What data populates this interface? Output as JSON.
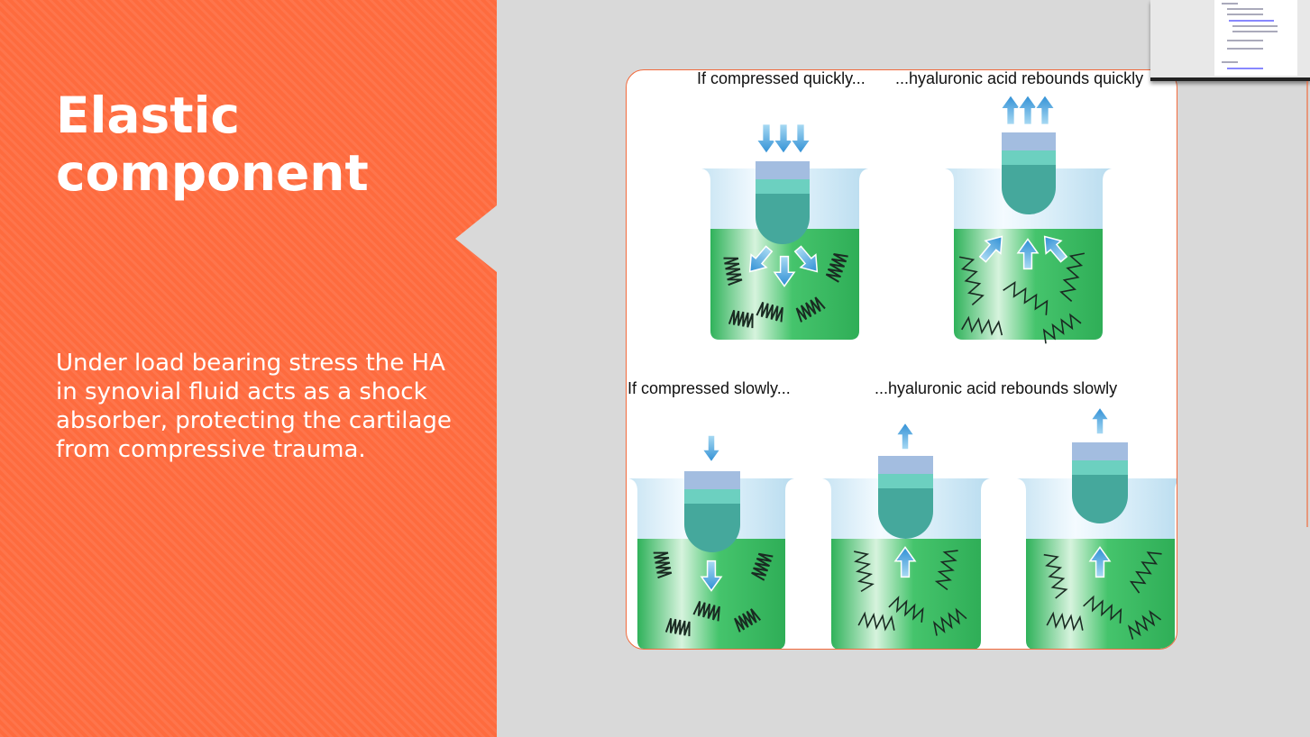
{
  "slide": {
    "title": "Elastic component",
    "body": "Under load bearing stress the HA in synovial fluid acts as a shock absorber, protecting the cartilage from compressive trauma."
  },
  "figure": {
    "label_compressed_quickly": "If compressed quickly...",
    "label_rebounds_quickly": "...hyaluronic acid rebounds quickly",
    "label_compressed_slowly": "If compressed slowly...",
    "label_rebounds_slowly": "...hyaluronic acid rebounds slowly"
  },
  "colors": {
    "accent": "#fe6b3e",
    "liquid": "#3cc46a",
    "plunger": "#45a89c",
    "arrow": "#3a9ad9"
  }
}
